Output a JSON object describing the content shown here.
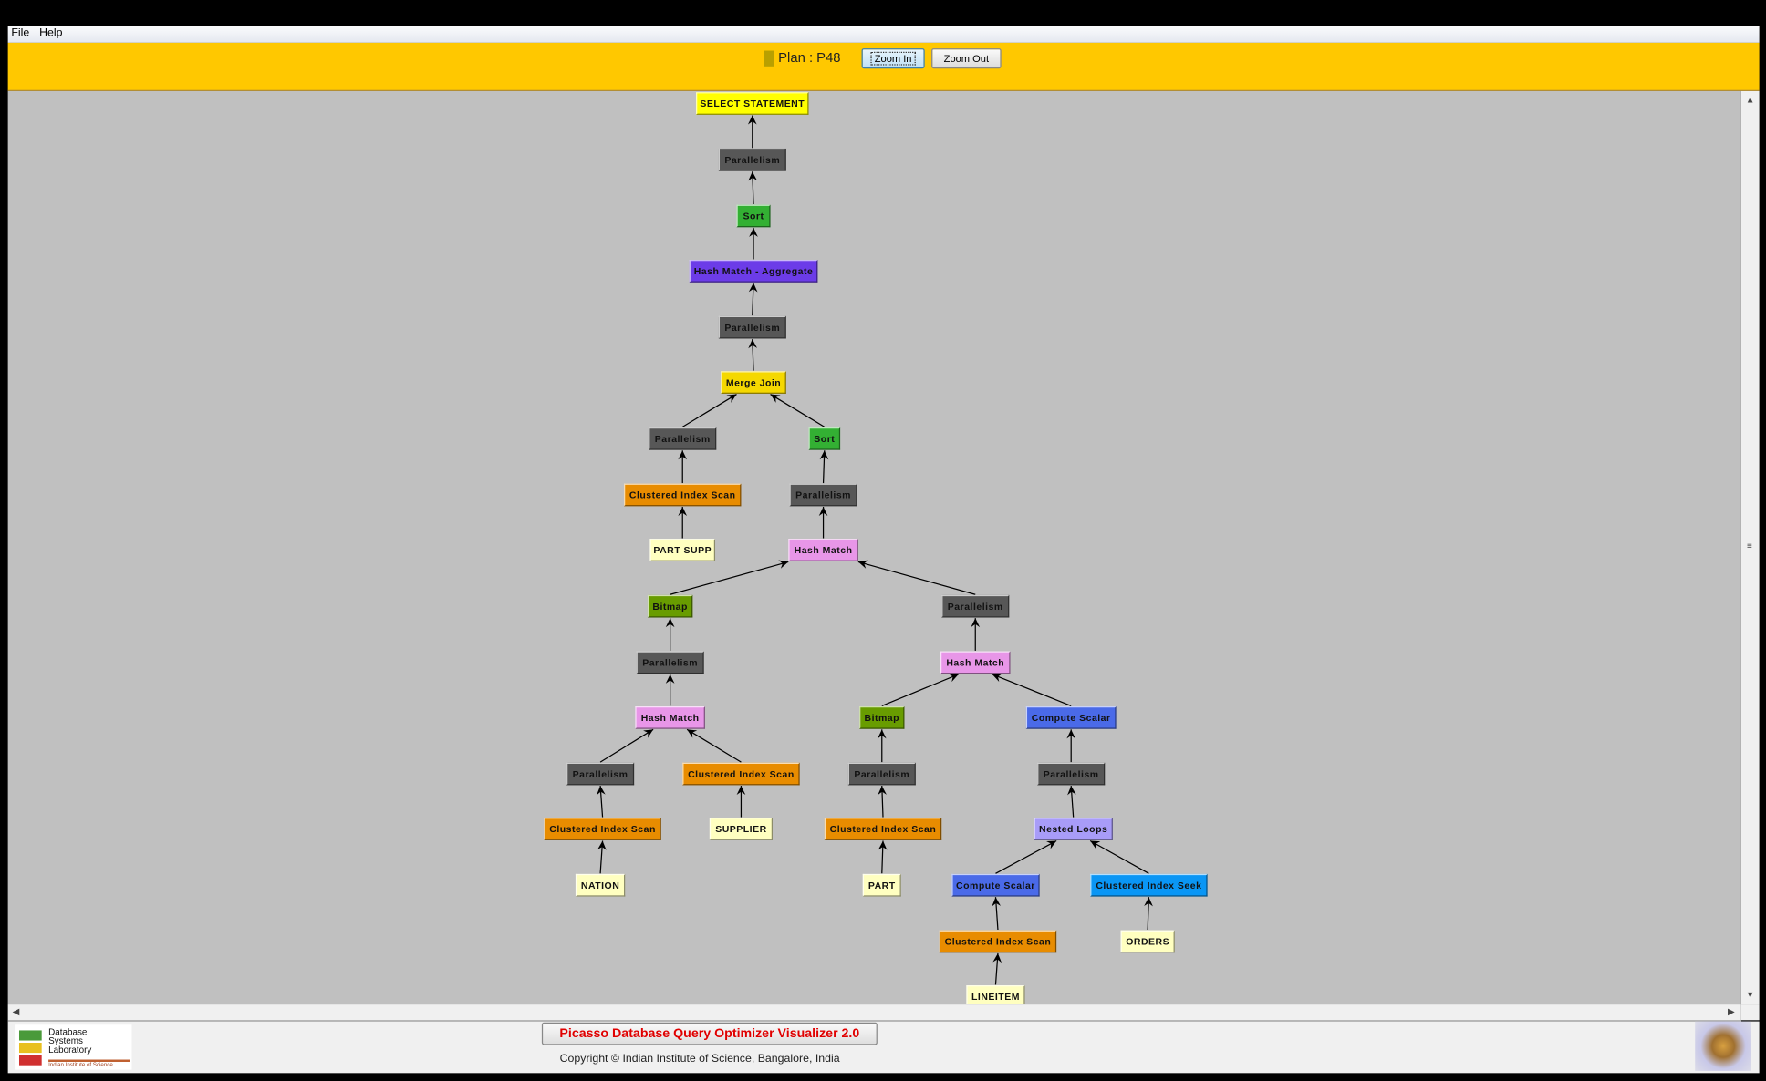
{
  "menu": {
    "file": "File",
    "help": "Help"
  },
  "toolbar": {
    "plan_label": "Plan : P48",
    "plan_color": "#b8a000",
    "zoom_in": "Zoom In",
    "zoom_out": "Zoom Out"
  },
  "colors": {
    "select": "#ffff00",
    "parallelism": "#575757",
    "sort": "#33b033",
    "aggregate": "#6c3ce8",
    "merge": "#f5d800",
    "scan": "#e88c00",
    "table": "#ffffc0",
    "hash": "#e896e8",
    "bitmap": "#689c00",
    "compute": "#4a6ae8",
    "nested": "#a89cf8",
    "seek": "#0a96f5"
  },
  "plan_tree": [
    {
      "label": "SELECT STATEMENT",
      "type": "select",
      "parent": null
    },
    {
      "label": "Parallelism",
      "type": "parallelism",
      "parent": 0
    },
    {
      "label": "Sort",
      "type": "sort",
      "parent": 1
    },
    {
      "label": "Hash Match - Aggregate",
      "type": "aggregate",
      "parent": 2
    },
    {
      "label": "Parallelism",
      "type": "parallelism",
      "parent": 3
    },
    {
      "label": "Merge Join",
      "type": "merge",
      "parent": 4
    },
    {
      "label": "Parallelism",
      "type": "parallelism",
      "parent": 5
    },
    {
      "label": "Sort",
      "type": "sort",
      "parent": 5
    },
    {
      "label": "Clustered Index Scan",
      "type": "scan",
      "parent": 6
    },
    {
      "label": "PART SUPP",
      "type": "table",
      "parent": 8
    },
    {
      "label": "Parallelism",
      "type": "parallelism",
      "parent": 7
    },
    {
      "label": "Hash Match",
      "type": "hash",
      "parent": 10
    },
    {
      "label": "Bitmap",
      "type": "bitmap",
      "parent": 11
    },
    {
      "label": "Parallelism",
      "type": "parallelism",
      "parent": 11
    },
    {
      "label": "Parallelism",
      "type": "parallelism",
      "parent": 12
    },
    {
      "label": "Hash Match",
      "type": "hash",
      "parent": 14
    },
    {
      "label": "Parallelism",
      "type": "parallelism",
      "parent": 15
    },
    {
      "label": "Clustered Index Scan",
      "type": "scan",
      "parent": 15
    },
    {
      "label": "Clustered Index Scan",
      "type": "scan",
      "parent": 16
    },
    {
      "label": "NATION",
      "type": "table",
      "parent": 18
    },
    {
      "label": "SUPPLIER",
      "type": "table",
      "parent": 17
    },
    {
      "label": "Hash Match",
      "type": "hash",
      "parent": 13
    },
    {
      "label": "Bitmap",
      "type": "bitmap",
      "parent": 21
    },
    {
      "label": "Compute Scalar",
      "type": "compute",
      "parent": 21
    },
    {
      "label": "Parallelism",
      "type": "parallelism",
      "parent": 22
    },
    {
      "label": "Clustered Index Scan",
      "type": "scan",
      "parent": 24
    },
    {
      "label": "PART",
      "type": "table",
      "parent": 25
    },
    {
      "label": "Parallelism",
      "type": "parallelism",
      "parent": 23
    },
    {
      "label": "Nested Loops",
      "type": "nested",
      "parent": 27
    },
    {
      "label": "Compute Scalar",
      "type": "compute",
      "parent": 28
    },
    {
      "label": "Clustered Index Seek",
      "type": "seek",
      "parent": 28
    },
    {
      "label": "Clustered Index Scan",
      "type": "scan",
      "parent": 29
    },
    {
      "label": "LINEITEM",
      "type": "table",
      "parent": 31
    },
    {
      "label": "ORDERS",
      "type": "table",
      "parent": 30
    }
  ],
  "footer": {
    "title": "Picasso Database Query Optimizer Visualizer 2.0",
    "copyright": "Copyright © Indian Institute of Science, Bangalore, India",
    "lab_logo_text": "Database Systems Laboratory",
    "lab_logo_sub": "Indian Institute of Science"
  }
}
